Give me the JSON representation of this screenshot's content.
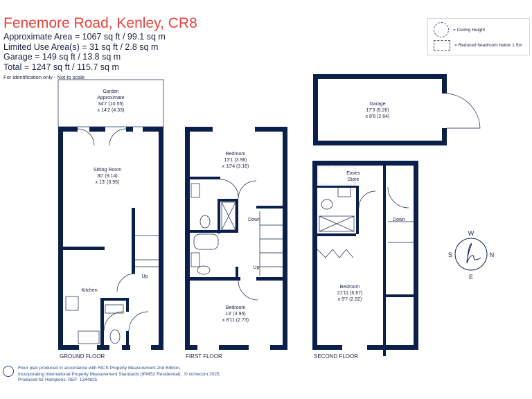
{
  "header": {
    "title": "Fenemore Road, Kenley, CR8",
    "approx_area": "Approximate Area = 1067 sq ft / 99.1 sq m",
    "limited_use": "Limited Use Area(s) = 31 sq ft / 2.8 sq m",
    "garage": "Garage = 149 sq ft / 13.8 sq m",
    "total": "Total = 1247 sq ft / 115.7 sq m",
    "note": "For identification only - Not to scale"
  },
  "legend": {
    "ceiling_height": "= Ceiling Height",
    "reduced_headroom": "= Reduced headroom below 1.5m"
  },
  "rooms": {
    "garden": [
      "Garden",
      "Approximate",
      "34'7 (10.55)",
      "x 14'2 (4.33)"
    ],
    "sitting": [
      "Sitting Room",
      "30' (9.14)",
      "x 13' (3.95)"
    ],
    "kitchen": "Kitchen",
    "up_ground": "Up",
    "bedroom1": [
      "Bedroom",
      "13'1 (3.98)",
      "x 10'4 (3.16)"
    ],
    "bedroom2": [
      "Bedroom",
      "13' (3.95)",
      "x 8'11 (2.73)"
    ],
    "down_first": "Down",
    "up_first": "Up",
    "garage": [
      "Garage",
      "17'3 (5.26)",
      "x 8'8 (2.64)"
    ],
    "eaves": [
      "Eaves",
      "Store"
    ],
    "down_second": "Down",
    "bedroom3": [
      "Bedroom",
      "21'11 (6.67)",
      "x 9'7 (2.92)"
    ]
  },
  "floors": {
    "ground": "GROUND FLOOR",
    "first": "FIRST FLOOR",
    "second": "SECOND FLOOR"
  },
  "compass": {
    "w": "W",
    "s": "S",
    "n": "N",
    "e": "E"
  },
  "footer": {
    "line1": "Floor plan produced in accordance with RICS Property Measurement 2nd Edition,",
    "line2": "Incorporating International Property Measurement Standards (IPMS2 Residential).",
    "line3": "Produced for Hamptons.   REF:  1344825",
    "copyright": "© nichecom 2025."
  },
  "colors": {
    "wall": "#0b1f4b",
    "accent": "#e8413c"
  }
}
